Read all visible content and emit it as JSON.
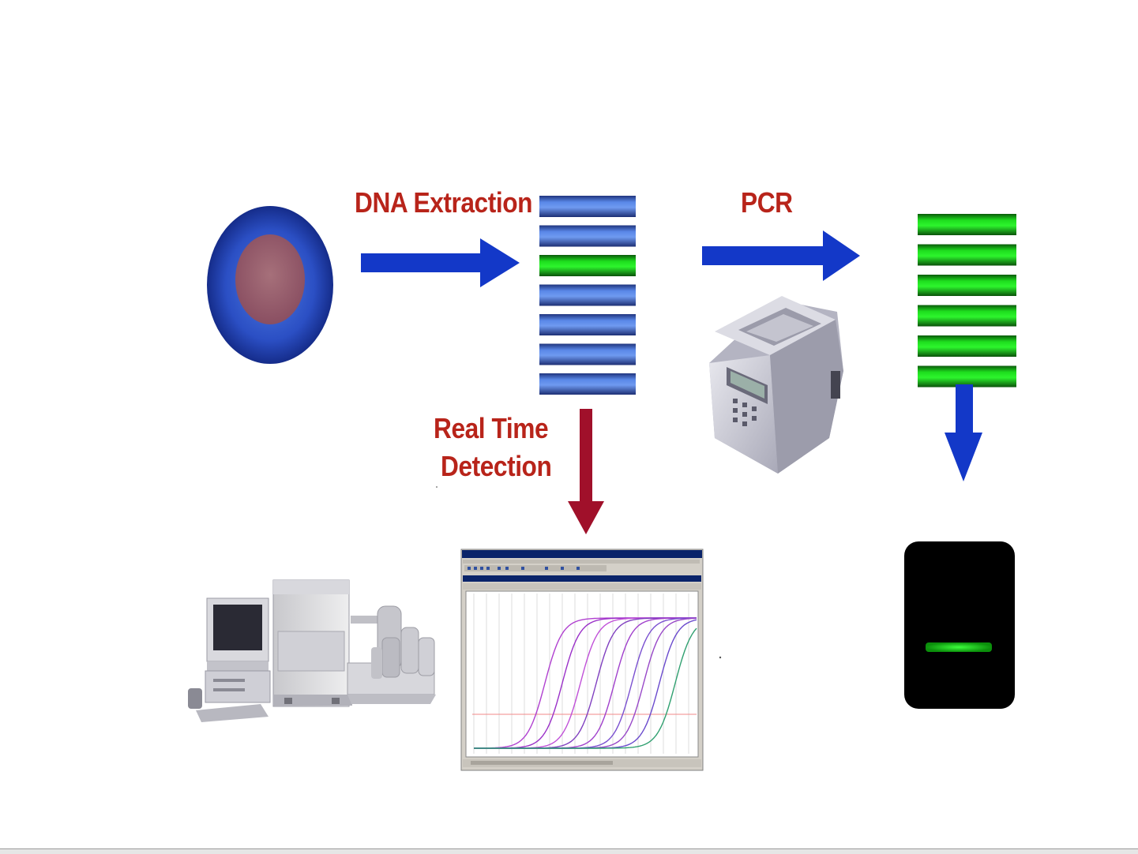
{
  "labels": {
    "dna_extraction": "DNA Extraction",
    "pcr": "PCR",
    "real_time_line1": "Real Time",
    "real_time_line2": "Detection"
  },
  "colors": {
    "label_red": "#b8241a",
    "arrow_blue": "#1338c8",
    "arrow_darkred": "#a0102a",
    "strand_blue": "#3c6fd6",
    "strand_green": "#12c812",
    "gel_band": "#22dd22"
  },
  "extracted_strands": [
    "blue",
    "blue",
    "green",
    "blue",
    "blue",
    "blue",
    "blue"
  ],
  "amplified_strands": [
    "green",
    "green",
    "green",
    "green",
    "green",
    "green"
  ],
  "icons": {
    "cell": "cell-icon",
    "thermocycler": "thermocycler-icon",
    "realtime_instrument": "realtime-pcr-instrument-icon",
    "amplification_plot": "amplification-plot-screenshot",
    "gel": "gel-band-icon"
  }
}
